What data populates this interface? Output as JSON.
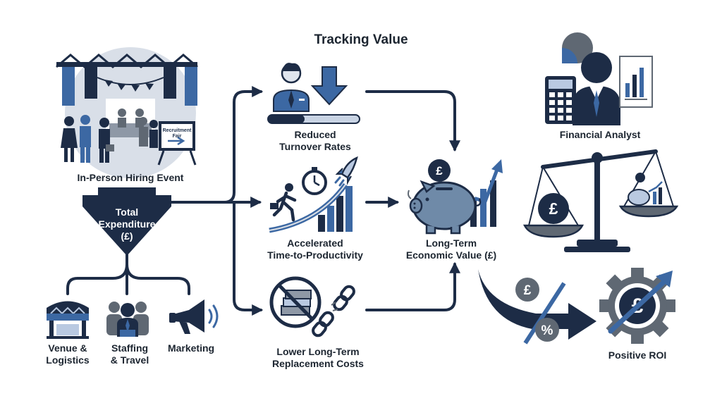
{
  "title": "Tracking Value",
  "colors": {
    "navy": "#1d2c46",
    "blue": "#3c68a3",
    "light_blue": "#b9c9e1",
    "gray": "#5f6873",
    "light_gray": "#d9dee5"
  },
  "nodes": {
    "event": {
      "label": "In-Person Hiring Event",
      "sign": [
        "Recruitment",
        "Fair"
      ],
      "icon": "exhibition-booth-icon"
    },
    "expenditure": {
      "line1": "Total",
      "line2": "Expenditure",
      "line3": "(£)",
      "icon": "funnel-arrow-icon"
    },
    "venue": {
      "line1": "Venue &",
      "line2": "Logistics",
      "icon": "market-stall-icon"
    },
    "staffing": {
      "line1": "Staffing",
      "line2": "& Travel",
      "icon": "team-icon"
    },
    "marketing": {
      "label": "Marketing",
      "icon": "megaphone-icon"
    },
    "turnover": {
      "line1": "Reduced",
      "line2": "Turnover Rates",
      "icon": "employee-down-arrow-icon"
    },
    "productivity": {
      "line1": "Accelerated",
      "line2": "Time-to-Productivity",
      "icon": "running-stopwatch-rocket-icon"
    },
    "replacement": {
      "line1": "Lower Long-Term",
      "line2": "Replacement Costs",
      "icon": "no-money-broken-chain-icon"
    },
    "value": {
      "line1": "Long-Term",
      "line2": "Economic Value (£)",
      "icon": "piggy-bank-growth-icon"
    },
    "analyst": {
      "label": "Financial Analyst",
      "icon": "analyst-calculator-chart-icon"
    },
    "scale": {
      "icon": "balance-scale-icon"
    },
    "roi": {
      "label": "Positive ROI",
      "icon": "gear-pound-arrow-icon"
    }
  },
  "symbols": {
    "pound": "£",
    "percent": "%"
  }
}
